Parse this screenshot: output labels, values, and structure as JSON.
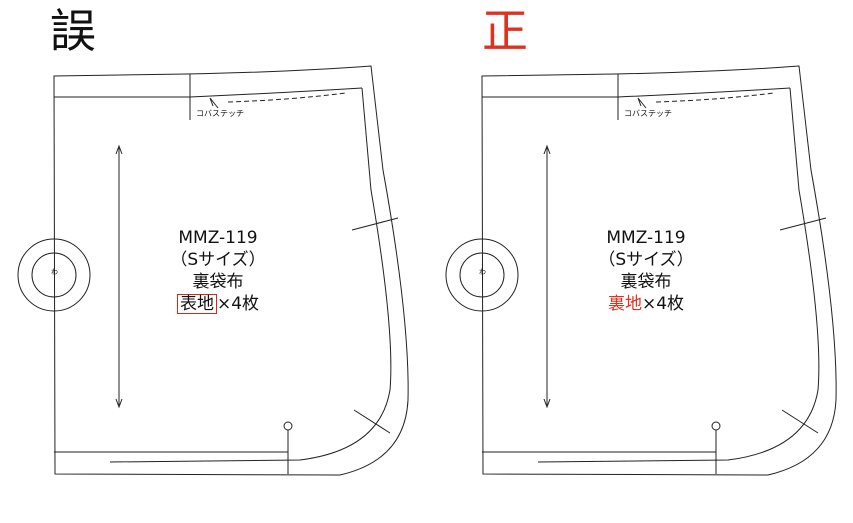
{
  "headings": {
    "wrong": "誤",
    "right": "正",
    "right_color": "#e0301e"
  },
  "pattern_wrong": {
    "stitch_label": "コバステッチ",
    "fold_mark": "わ",
    "code": "MMZ-119",
    "size": "（Sサイズ）",
    "part": "裏袋布",
    "fabric": "表地",
    "quantity": "×4枚",
    "highlight": "boxed",
    "highlight_color": "#d42a1a"
  },
  "pattern_right": {
    "stitch_label": "コバステッチ",
    "fold_mark": "わ",
    "code": "MMZ-119",
    "size": "（Sサイズ）",
    "part": "裏袋布",
    "fabric": "裏地",
    "quantity": "×4枚",
    "highlight": "red-text",
    "highlight_color": "#e0301e"
  }
}
